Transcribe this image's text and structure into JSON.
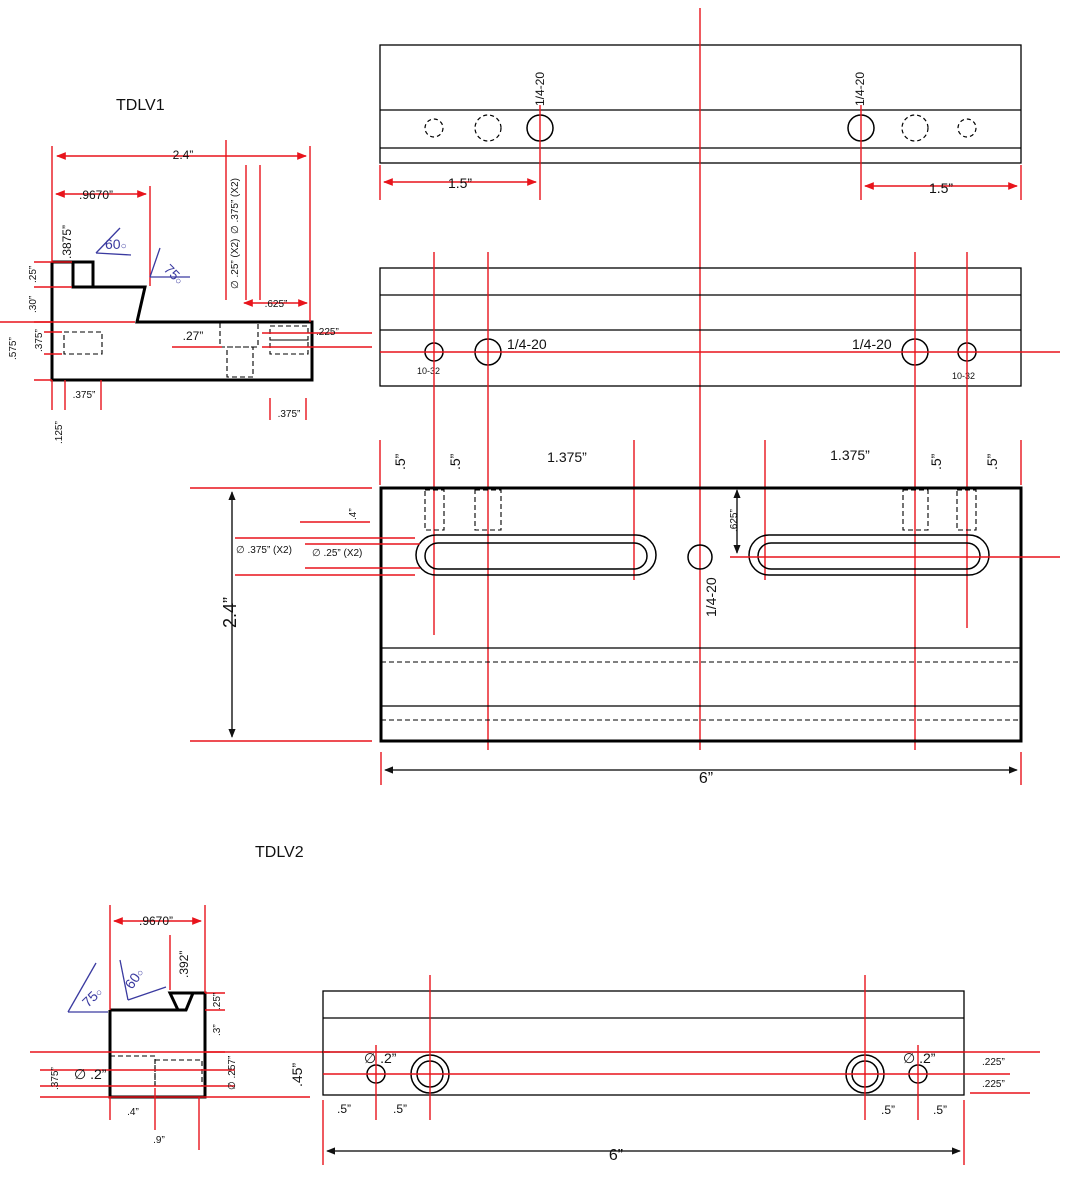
{
  "titles": {
    "v1": "TDLV1",
    "v2": "TDLV2"
  },
  "angles": {
    "a60": "60",
    "a75": "75",
    "deg": "○"
  },
  "threads": {
    "t1420": "1/4-20",
    "t1032": "10-32"
  },
  "v1_side": {
    "w24": "2.4”",
    "d9670": ".9670”",
    "d3875": ".3875”",
    "d375x2": "∅ .375” (X2)",
    "d25x2": "∅ .25” (X2)",
    "d625": ".625”",
    "d25": ".25”",
    "d30": ".30”",
    "d575": ".575”",
    "d375a": ".375”",
    "d27": ".27”",
    "d225": ".225”",
    "d375b": ".375”",
    "d375c": ".375”",
    "d125": ".125”"
  },
  "v1_top": {
    "d15a": "1.5”",
    "d15b": "1.5”"
  },
  "v1_plan": {
    "d5a": ".5”",
    "d5b": ".5”",
    "d1375a": "1.375”",
    "d1375b": "1.375”",
    "d5c": ".5”",
    "d5d": ".5”",
    "d4": ".4”",
    "d375x2": "∅ .375” (X2)",
    "d25x2": "∅ .25” (X2)",
    "d625": ".625”",
    "h24": "2.4”",
    "w6": "6”"
  },
  "v2_side": {
    "d9670": ".9670”",
    "d392": ".392”",
    "d25": ".25”",
    "d3": ".3”",
    "d375": ".375”",
    "d2": "∅ .2”",
    "d257": "∅ .257”",
    "d4": ".4”",
    "d9": ".9”"
  },
  "v2_front": {
    "d2a": "∅ .2”",
    "d2b": "∅ .2”",
    "d45": ".45”",
    "d225a": ".225”",
    "d225b": ".225”",
    "d5a": ".5”",
    "d5b": ".5”",
    "d5c": ".5”",
    "d5d": ".5”",
    "w6": "6”"
  }
}
